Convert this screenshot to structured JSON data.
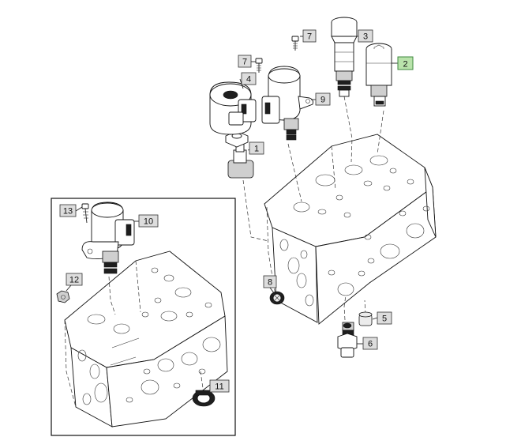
{
  "callouts": [
    {
      "id": "c1",
      "label": "1",
      "highlighted": false
    },
    {
      "id": "c2",
      "label": "2",
      "highlighted": true
    },
    {
      "id": "c3",
      "label": "3",
      "highlighted": false
    },
    {
      "id": "c4",
      "label": "4",
      "highlighted": false
    },
    {
      "id": "c5",
      "label": "5",
      "highlighted": false
    },
    {
      "id": "c6",
      "label": "6",
      "highlighted": false
    },
    {
      "id": "c7a",
      "label": "7",
      "highlighted": false
    },
    {
      "id": "c7b",
      "label": "7",
      "highlighted": false
    },
    {
      "id": "c8",
      "label": "8",
      "highlighted": false
    },
    {
      "id": "c9",
      "label": "9",
      "highlighted": false
    },
    {
      "id": "c10",
      "label": "10",
      "highlighted": false
    },
    {
      "id": "c11",
      "label": "11",
      "highlighted": false
    },
    {
      "id": "c12",
      "label": "12",
      "highlighted": false
    },
    {
      "id": "c13",
      "label": "13",
      "highlighted": false
    }
  ],
  "colors": {
    "highlight_fill": "#b9e3ab",
    "highlight_border": "#3f8a3f",
    "callout_fill": "#dddddd"
  }
}
